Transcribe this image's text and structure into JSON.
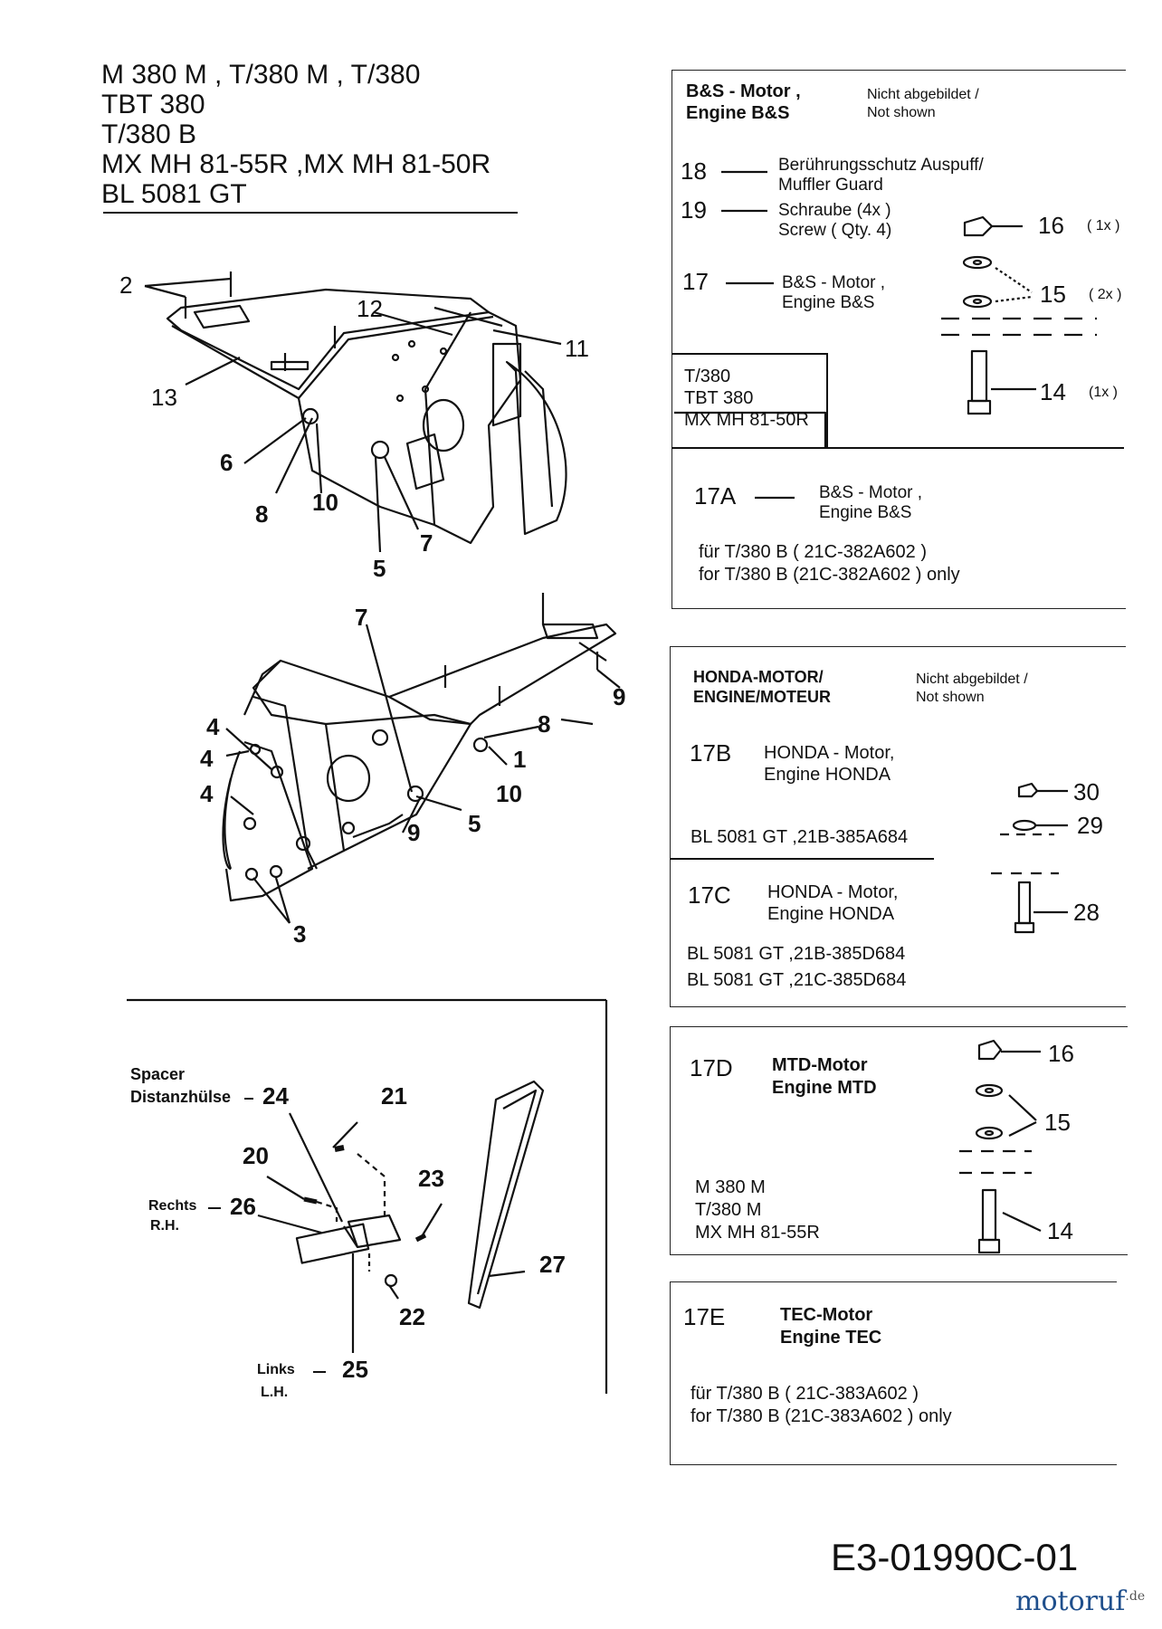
{
  "models": {
    "line1": "M 380 M  , T/380 M , T/380",
    "line2": "TBT 380",
    "line3": "T/380 B",
    "line4": "MX MH 81-55R ,MX MH 81-50R",
    "line5": "BL 5081 GT"
  },
  "diagram_top": {
    "labels": [
      "2",
      "12",
      "11",
      "13",
      "6",
      "10",
      "8",
      "7",
      "5"
    ]
  },
  "diagram_mid": {
    "labels": [
      "7",
      "9",
      "8",
      "1",
      "4",
      "4",
      "4",
      "10",
      "5",
      "9",
      "3"
    ]
  },
  "diagram_bottom": {
    "spacer": "Spacer",
    "distanz": "Distanzhülse",
    "n24": "24",
    "n21": "21",
    "n20": "20",
    "n23": "23",
    "rechts": "Rechts",
    "rh": "R.H.",
    "n26": "26",
    "n27": "27",
    "n22": "22",
    "links": "Links",
    "lh": "L.H.",
    "n25": "25"
  },
  "bs_box": {
    "title1": "B&S - Motor ,",
    "title2": "Engine B&S",
    "note1": "Nicht abgebildet /",
    "note2": "Not shown",
    "n18": "18",
    "d18a": "Berührungsschutz Auspuff/",
    "d18b": "Muffler Guard",
    "n19": "19",
    "d19a": "Schraube (4x )",
    "d19b": "Screw ( Qty. 4)",
    "n17": "17",
    "d17a": "B&S - Motor ,",
    "d17b": "Engine B&S",
    "n16": "16",
    "q16": "( 1x )",
    "n15": "15",
    "q15": "( 2x )",
    "n14": "14",
    "q14": "(1x )",
    "m1": "T/380",
    "m2": "TBT 380",
    "m3": "MX MH 81-50R",
    "n17a": "17A",
    "d17Aa": "B&S - Motor ,",
    "d17Ab": "Engine B&S",
    "f1": "für T/380 B  ( 21C-382A602 )",
    "f2": "for T/380 B  (21C-382A602 )  only"
  },
  "honda_box": {
    "title1": "HONDA-MOTOR/",
    "title2": "ENGINE/MOTEUR",
    "note1": "Nicht abgebildet /",
    "note2": "Not shown",
    "n17b": "17B",
    "d17Ba": "HONDA - Motor,",
    "d17Bb": "Engine HONDA",
    "b1": "BL 5081 GT ,21B-385A684",
    "n30": "30",
    "n29": "29",
    "n28": "28",
    "n17c": "17C",
    "d17Ca": "HONDA - Motor,",
    "d17Cb": "Engine HONDA",
    "c1": "BL 5081 GT ,21B-385D684",
    "c2": "BL 5081 GT ,21C-385D684"
  },
  "mtd_box": {
    "n17d": "17D",
    "t1": "MTD-Motor",
    "t2": "Engine MTD",
    "n16": "16",
    "n15": "15",
    "n14": "14",
    "m1": "M 380 M",
    "m2": "T/380 M",
    "m3": "MX MH 81-55R"
  },
  "tec_box": {
    "n17e": "17E",
    "t1": "TEC-Motor",
    "t2": "Engine TEC",
    "f1": "für T/380 B  ( 21C-383A602 )",
    "f2": "for T/380 B  (21C-383A602 )  only"
  },
  "footer": {
    "code": "E3-01990C-01",
    "logo": "motoruf",
    "logo_tld": ".de"
  }
}
